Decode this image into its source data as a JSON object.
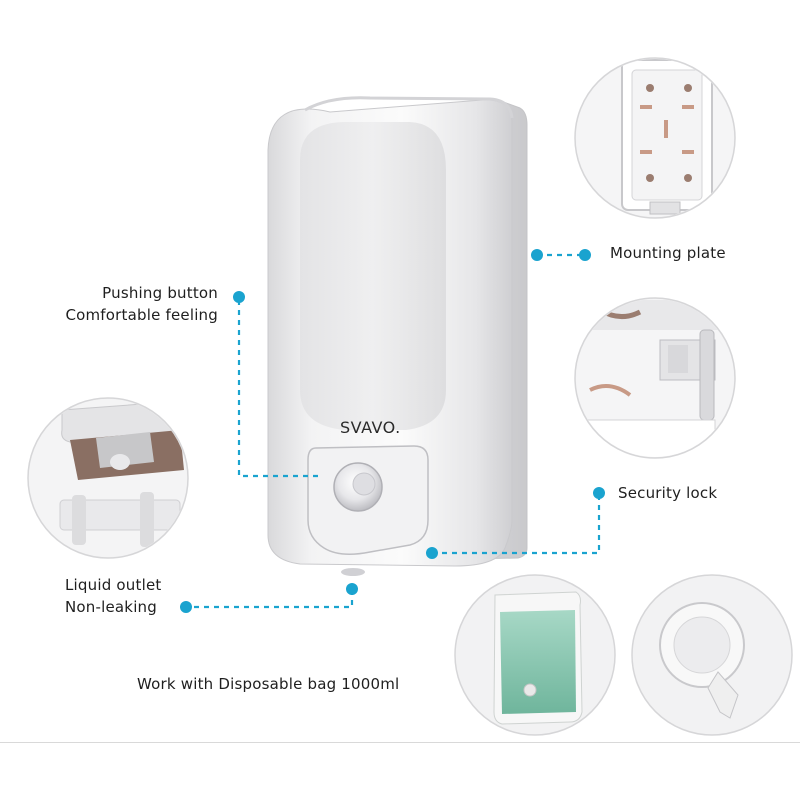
{
  "brand": "SVAVO.",
  "labels": {
    "pushing_button": {
      "line1": "Pushing button",
      "line2": "Comfortable feeling"
    },
    "liquid_outlet": {
      "line1": "Liquid outlet",
      "line2": "Non-leaking"
    },
    "mounting_plate": "Mounting plate",
    "security_lock": "Security lock",
    "disposable_bag": "Work with Disposable bag 1000ml"
  },
  "colors": {
    "accent": "#1aa3cf",
    "dispenser_body": "#eeeeef",
    "liquid": "#8cc9b4"
  }
}
